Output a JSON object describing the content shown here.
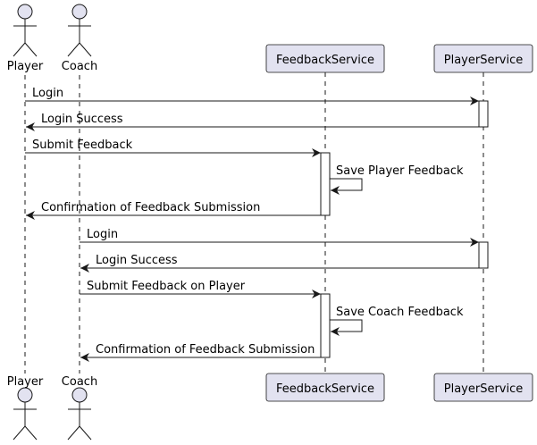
{
  "diagram": {
    "type": "sequence",
    "participants": [
      {
        "id": "player",
        "label": "Player",
        "kind": "actor"
      },
      {
        "id": "coach",
        "label": "Coach",
        "kind": "actor"
      },
      {
        "id": "feedback",
        "label": "FeedbackService",
        "kind": "participant"
      },
      {
        "id": "playersvc",
        "label": "PlayerService",
        "kind": "participant"
      }
    ],
    "messages": [
      {
        "from": "player",
        "to": "playersvc",
        "label": "Login",
        "kind": "sync"
      },
      {
        "from": "playersvc",
        "to": "player",
        "label": "Login Success",
        "kind": "return"
      },
      {
        "from": "player",
        "to": "feedback",
        "label": "Submit Feedback",
        "kind": "sync"
      },
      {
        "from": "feedback",
        "to": "feedback",
        "label": "Save Player Feedback",
        "kind": "self"
      },
      {
        "from": "feedback",
        "to": "player",
        "label": "Confirmation of Feedback Submission",
        "kind": "return"
      },
      {
        "from": "coach",
        "to": "playersvc",
        "label": "Login",
        "kind": "sync"
      },
      {
        "from": "playersvc",
        "to": "coach",
        "label": "Login Success",
        "kind": "return"
      },
      {
        "from": "coach",
        "to": "feedback",
        "label": "Submit Feedback on Player",
        "kind": "sync"
      },
      {
        "from": "feedback",
        "to": "feedback",
        "label": "Save Coach Feedback",
        "kind": "self"
      },
      {
        "from": "feedback",
        "to": "coach",
        "label": "Confirmation of Feedback Submission",
        "kind": "return"
      }
    ],
    "colors": {
      "participant_fill": "#e2e2f0",
      "participant_stroke": "#181818",
      "activation_fill": "#ffffff",
      "lifeline": "#181818",
      "arrow": "#181818"
    }
  }
}
